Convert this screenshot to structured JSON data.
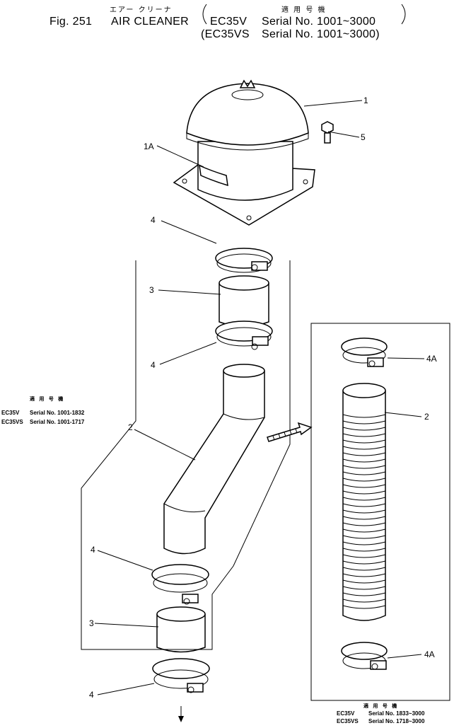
{
  "header": {
    "jp_title": "エアー クリーナ",
    "fig_label": "Fig. 251",
    "en_title": "AIR CLEANER",
    "jp_applicable": "適 用 号 機",
    "row1_model": "EC35V",
    "row1_serial": "Serial No. 1001~3000",
    "row2_model": "(EC35VS",
    "row2_serial": "Serial No. 1001~3000)"
  },
  "left_note": {
    "jp": "適 用 号 機",
    "line1_model": "EC35V",
    "line1_serial": "Serial No. 1001-1832",
    "line2_model": "EC35VS",
    "line2_serial": "Serial No. 1001-1717"
  },
  "right_note": {
    "jp": "適 用 号 機",
    "line1_model": "EC35V",
    "line1_serial": "Serial No. 1833~3000",
    "line2_model": "EC35VS",
    "line2_serial": "Serial No. 1718~3000"
  },
  "callouts": {
    "c1": "1",
    "c1a": "1A",
    "c5": "5",
    "c4_top": "4",
    "c3_top": "3",
    "c4_mid": "4",
    "c2_left": "2",
    "c4_low": "4",
    "c3_low": "3",
    "c4_bottom": "4",
    "c4a_top": "4A",
    "c2_right": "2",
    "c4a_bottom": "4A"
  }
}
